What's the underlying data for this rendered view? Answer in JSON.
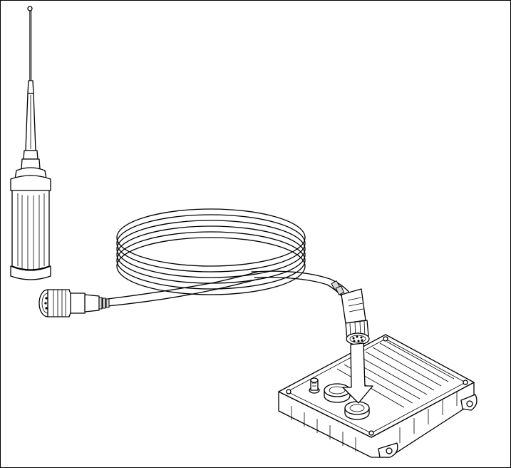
{
  "figure": {
    "kind": "line-art installation illustration",
    "components": [
      "antenna-whip",
      "antenna-base-housing",
      "coiled-cable",
      "cable-connector-antenna-end",
      "cable-connector-module-end",
      "radio-module-housing",
      "insertion-arrow"
    ],
    "colors": {
      "stroke": "#000000",
      "background": "#ffffff",
      "fill_light": "#d9d9d9"
    }
  }
}
